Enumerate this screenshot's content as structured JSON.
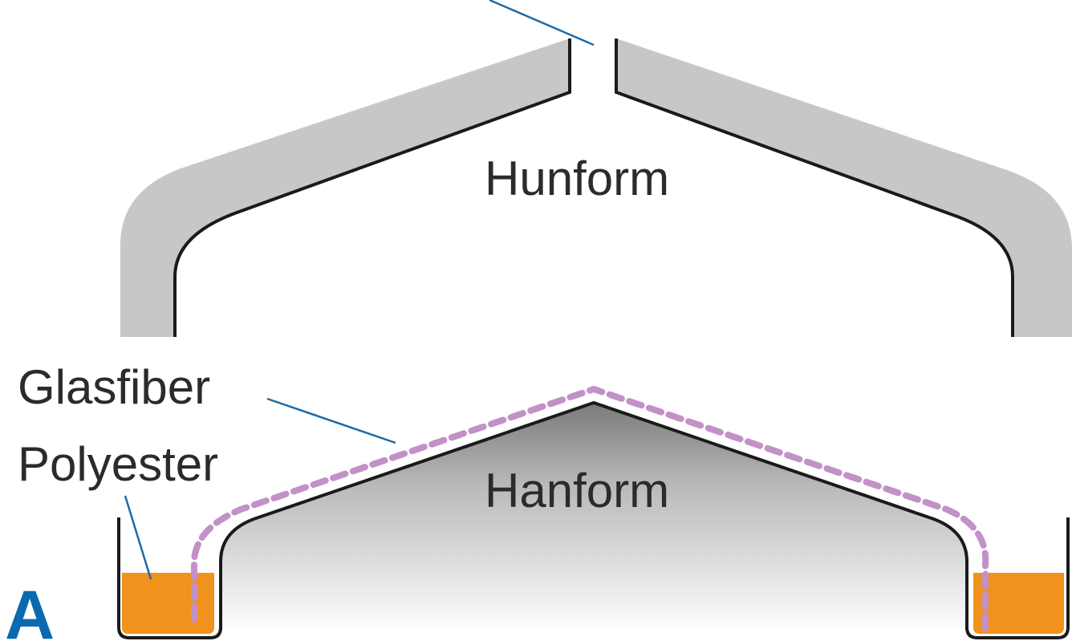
{
  "diagram": {
    "panel_letter": "A",
    "labels": {
      "top_form": "Hunform",
      "bottom_form": "Hanform",
      "fiber": "Glasfiber",
      "resin": "Polyester"
    },
    "colors": {
      "top_form_fill": "#c6c7c7",
      "outline": "#1a1a1a",
      "leader_line": "#1f6aa5",
      "fiber_dashes": "#c291c7",
      "resin": "#f0921b",
      "panel_letter": "#0a6ab0"
    }
  }
}
